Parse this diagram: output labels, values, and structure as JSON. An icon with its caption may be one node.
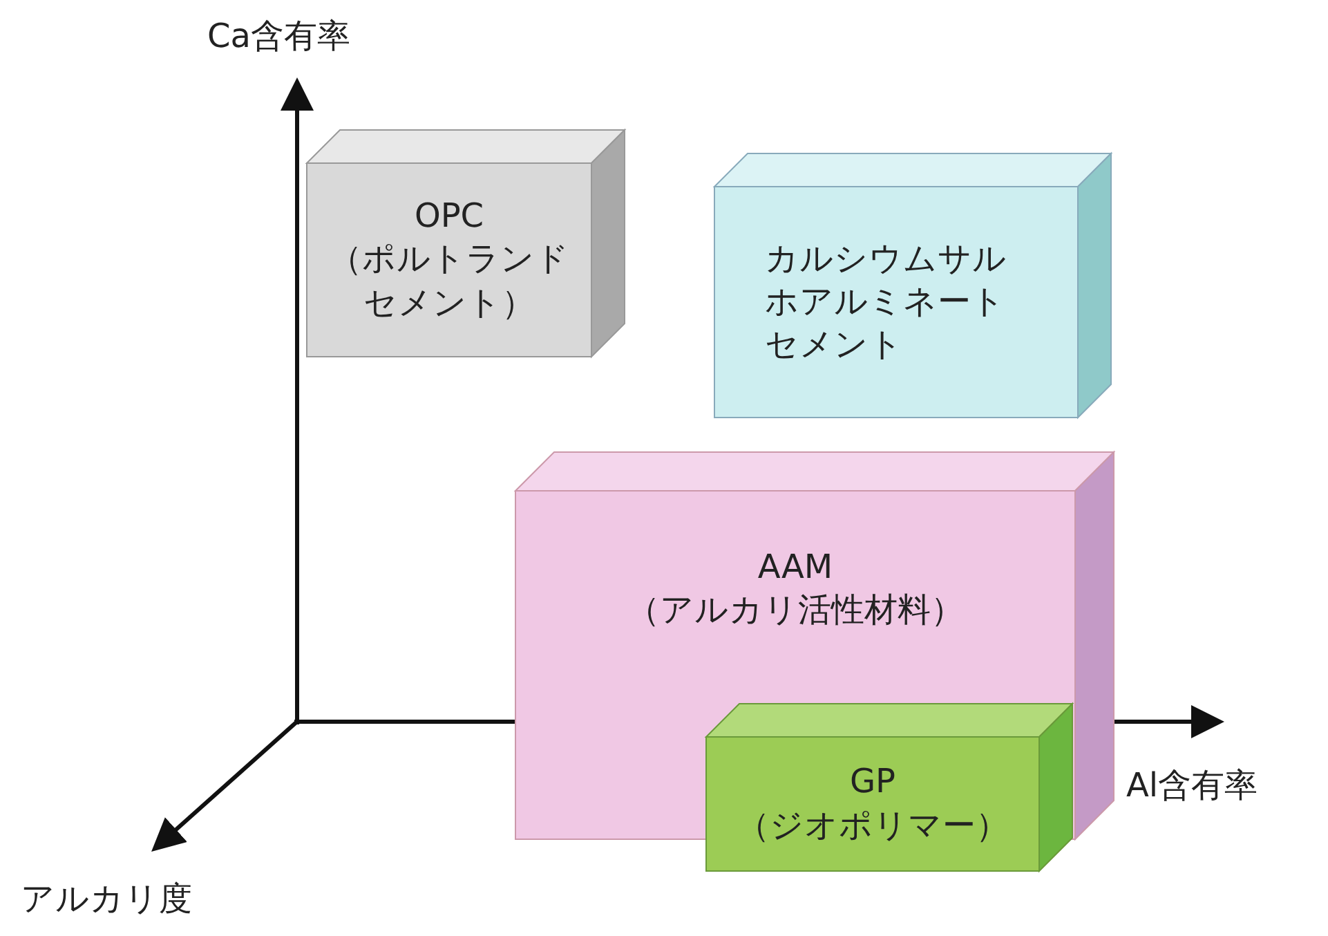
{
  "diagram": {
    "nodes": [
      {
        "text": [
          "OPC",
          "（ポルトランドセメント）"
        ]
      },
      {
        "text": [
          "カルシウムサルホアルミネートセメント"
        ]
      },
      {
        "text": [
          "AAM",
          "（アルカリ活性材料）"
        ]
      },
      {
        "text": [
          "GP",
          "（ジオポリマー）"
        ]
      }
    ],
    "labels": [
      "Ca含有率",
      "Al含有率",
      "アルカリ度"
    ]
  }
}
